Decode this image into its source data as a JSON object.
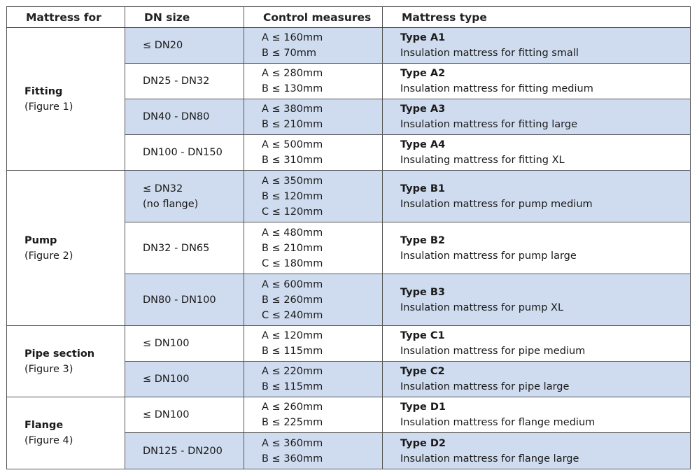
{
  "headers": [
    "Mattress for",
    "DN size",
    "Control measures",
    "Mattress type"
  ],
  "groups": [
    {
      "name": "Fitting",
      "figure": "(Figure 1)",
      "rows": [
        {
          "dn": [
            "≤ DN20"
          ],
          "controls": [
            "A ≤ 160mm",
            "B ≤ 70mm"
          ],
          "type": "Type A1",
          "desc": "Insulation mattress for fitting small"
        },
        {
          "dn": [
            "DN25 - DN32"
          ],
          "controls": [
            "A ≤ 280mm",
            "B ≤ 130mm"
          ],
          "type": "Type A2",
          "desc": "Insulation mattress for fitting medium"
        },
        {
          "dn": [
            "DN40 - DN80"
          ],
          "controls": [
            "A ≤ 380mm",
            "B ≤ 210mm"
          ],
          "type": "Type A3",
          "desc": "Insulation mattress for fitting large"
        },
        {
          "dn": [
            "DN100 - DN150"
          ],
          "controls": [
            "A ≤ 500mm",
            "B ≤ 310mm"
          ],
          "type": "Type A4",
          "desc": "Insulating mattress for fitting XL"
        }
      ]
    },
    {
      "name": "Pump",
      "figure": "(Figure 2)",
      "rows": [
        {
          "dn": [
            "≤ DN32",
            "(no flange)"
          ],
          "controls": [
            "A ≤ 350mm",
            "B ≤ 120mm",
            "C ≤ 120mm"
          ],
          "type": "Type B1",
          "desc": "Insulation mattress for pump medium"
        },
        {
          "dn": [
            "DN32 - DN65"
          ],
          "controls": [
            "A ≤ 480mm",
            "B ≤ 210mm",
            "C ≤ 180mm"
          ],
          "type": "Type B2",
          "desc": "Insulation mattress for pump large"
        },
        {
          "dn": [
            "DN80 - DN100"
          ],
          "controls": [
            "A ≤ 600mm",
            "B ≤ 260mm",
            "C ≤ 240mm"
          ],
          "type": "Type B3",
          "desc": "Insulation mattress for pump XL"
        }
      ]
    },
    {
      "name": "Pipe section",
      "figure": "(Figure 3)",
      "rows": [
        {
          "dn": [
            "≤ DN100"
          ],
          "controls": [
            "A ≤ 120mm",
            "B ≤ 115mm"
          ],
          "type": "Type C1",
          "desc": "Insulation mattress for pipe medium"
        },
        {
          "dn": [
            "≤ DN100"
          ],
          "controls": [
            "A ≤ 220mm",
            "B ≤ 115mm"
          ],
          "type": "Type C2",
          "desc": "Insulation mattress for pipe large"
        }
      ]
    },
    {
      "name": "Flange",
      "figure": " (Figure 4)",
      "rows": [
        {
          "dn": [
            "≤ DN100"
          ],
          "controls": [
            "A ≤ 260mm",
            "B ≤ 225mm"
          ],
          "type": "Type D1",
          "desc": "Insulation mattress for flange medium"
        },
        {
          "dn": [
            "DN125 - DN200"
          ],
          "controls": [
            "A ≤ 360mm",
            "B ≤ 360mm"
          ],
          "type": "Type D2",
          "desc": "Insulation mattress for flange large"
        }
      ]
    }
  ],
  "colors": {
    "shade": "#cfdcef",
    "border": "#555555"
  }
}
